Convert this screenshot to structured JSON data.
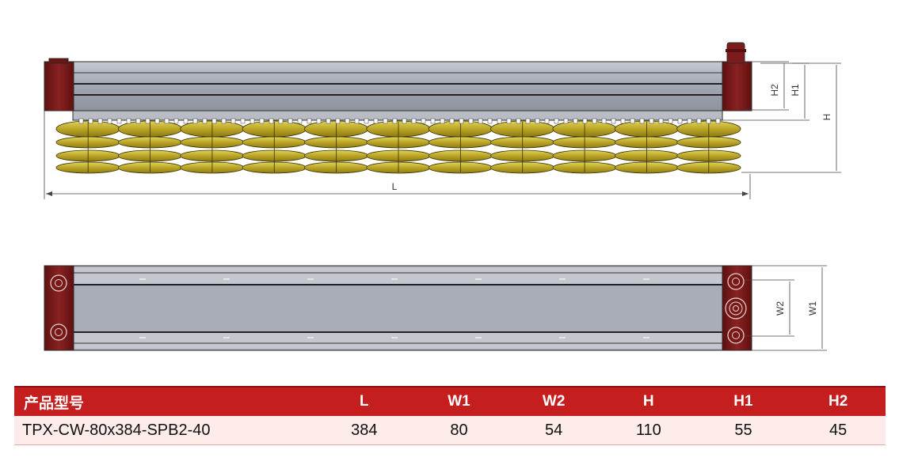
{
  "dimension_labels": {
    "L": "L",
    "H": "H",
    "H1": "H1",
    "H2": "H2",
    "W1": "W1",
    "W2": "W2"
  },
  "suction_cup_columns": 11,
  "spec_table": {
    "headers": [
      "产品型号",
      "L",
      "W1",
      "W2",
      "H",
      "H1",
      "H2"
    ],
    "rows": [
      [
        "TPX-CW-80x384-SPB2-40",
        "384",
        "80",
        "54",
        "110",
        "55",
        "45"
      ]
    ]
  },
  "colors": {
    "body": "#a4a8b4",
    "end_cap": "#7c1b1b",
    "suction_cup": "#c2b02a",
    "header": "#c41e1e",
    "row": "#fdecea"
  }
}
